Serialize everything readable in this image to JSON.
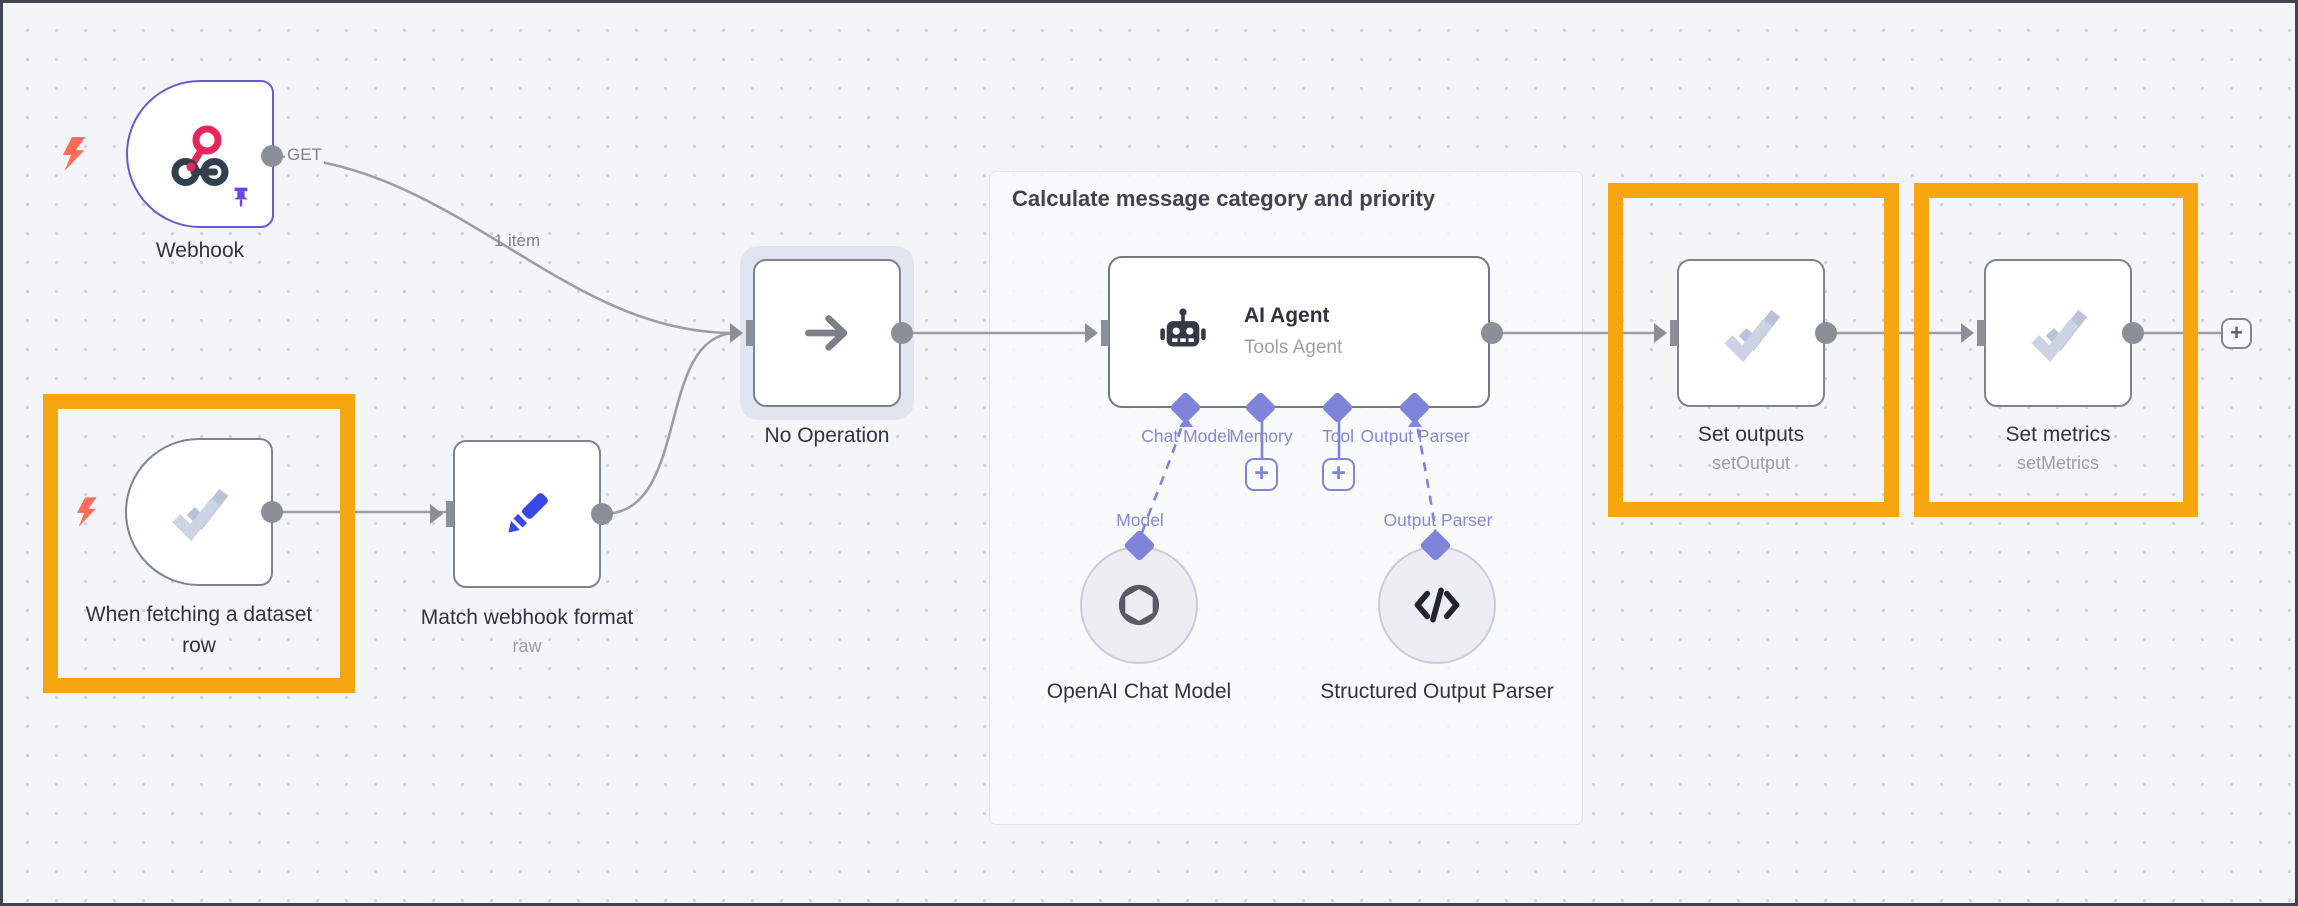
{
  "canvas": {
    "background": "#f4f5f8",
    "border_color": "#3f4450",
    "dot_color": "#cfd3dc"
  },
  "edges": {
    "webhook_out_label": "GET",
    "webhook_items_label": "1 item"
  },
  "group": {
    "title": "Calculate message category and priority"
  },
  "nodes": {
    "webhook": {
      "title": "Webhook"
    },
    "dataset_trigger": {
      "title": "When fetching a dataset row"
    },
    "match_format": {
      "title": "Match webhook format",
      "subtitle": "raw"
    },
    "no_operation": {
      "title": "No Operation"
    },
    "ai_agent": {
      "title": "AI Agent",
      "subtitle": "Tools Agent"
    },
    "openai_model": {
      "title": "OpenAI Chat Model"
    },
    "structured_parser": {
      "title": "Structured Output Parser"
    },
    "set_outputs": {
      "title": "Set outputs",
      "subtitle": "setOutput"
    },
    "set_metrics": {
      "title": "Set metrics",
      "subtitle": "setMetrics"
    }
  },
  "ports": {
    "chat_model": "Chat Model",
    "memory": "Memory",
    "tool": "Tool",
    "output_parser": "Output Parser",
    "model": "Model",
    "output_parser_link": "Output Parser"
  },
  "buttons": {
    "add_memory": "+",
    "add_tool": "+",
    "add_next": "+"
  },
  "icons": {
    "webhook": "webhook-icon",
    "dataset_trigger": "double-check-icon",
    "match_format": "pencil-icon",
    "no_operation": "arrow-right-icon",
    "ai_agent": "robot-icon",
    "openai_model": "openai-logo-icon",
    "structured_parser": "code-brackets-icon",
    "set_outputs": "double-check-icon",
    "set_metrics": "double-check-icon",
    "trigger_flash": "lightning-icon",
    "pinned": "pushpin-icon"
  },
  "colors": {
    "highlight_orange": "#F6A60F",
    "webhook_node_purple": "#675AD8",
    "connector_purple": "#7F84D8",
    "trigger_lightning_red": "#FF6A59",
    "pencil_blue": "#3A46E8",
    "webhook_pink": "#E8265E",
    "icon_dark": "#333A46",
    "edge_gray": "#9a9ea6",
    "selection_halo": "#e1e5f0"
  }
}
